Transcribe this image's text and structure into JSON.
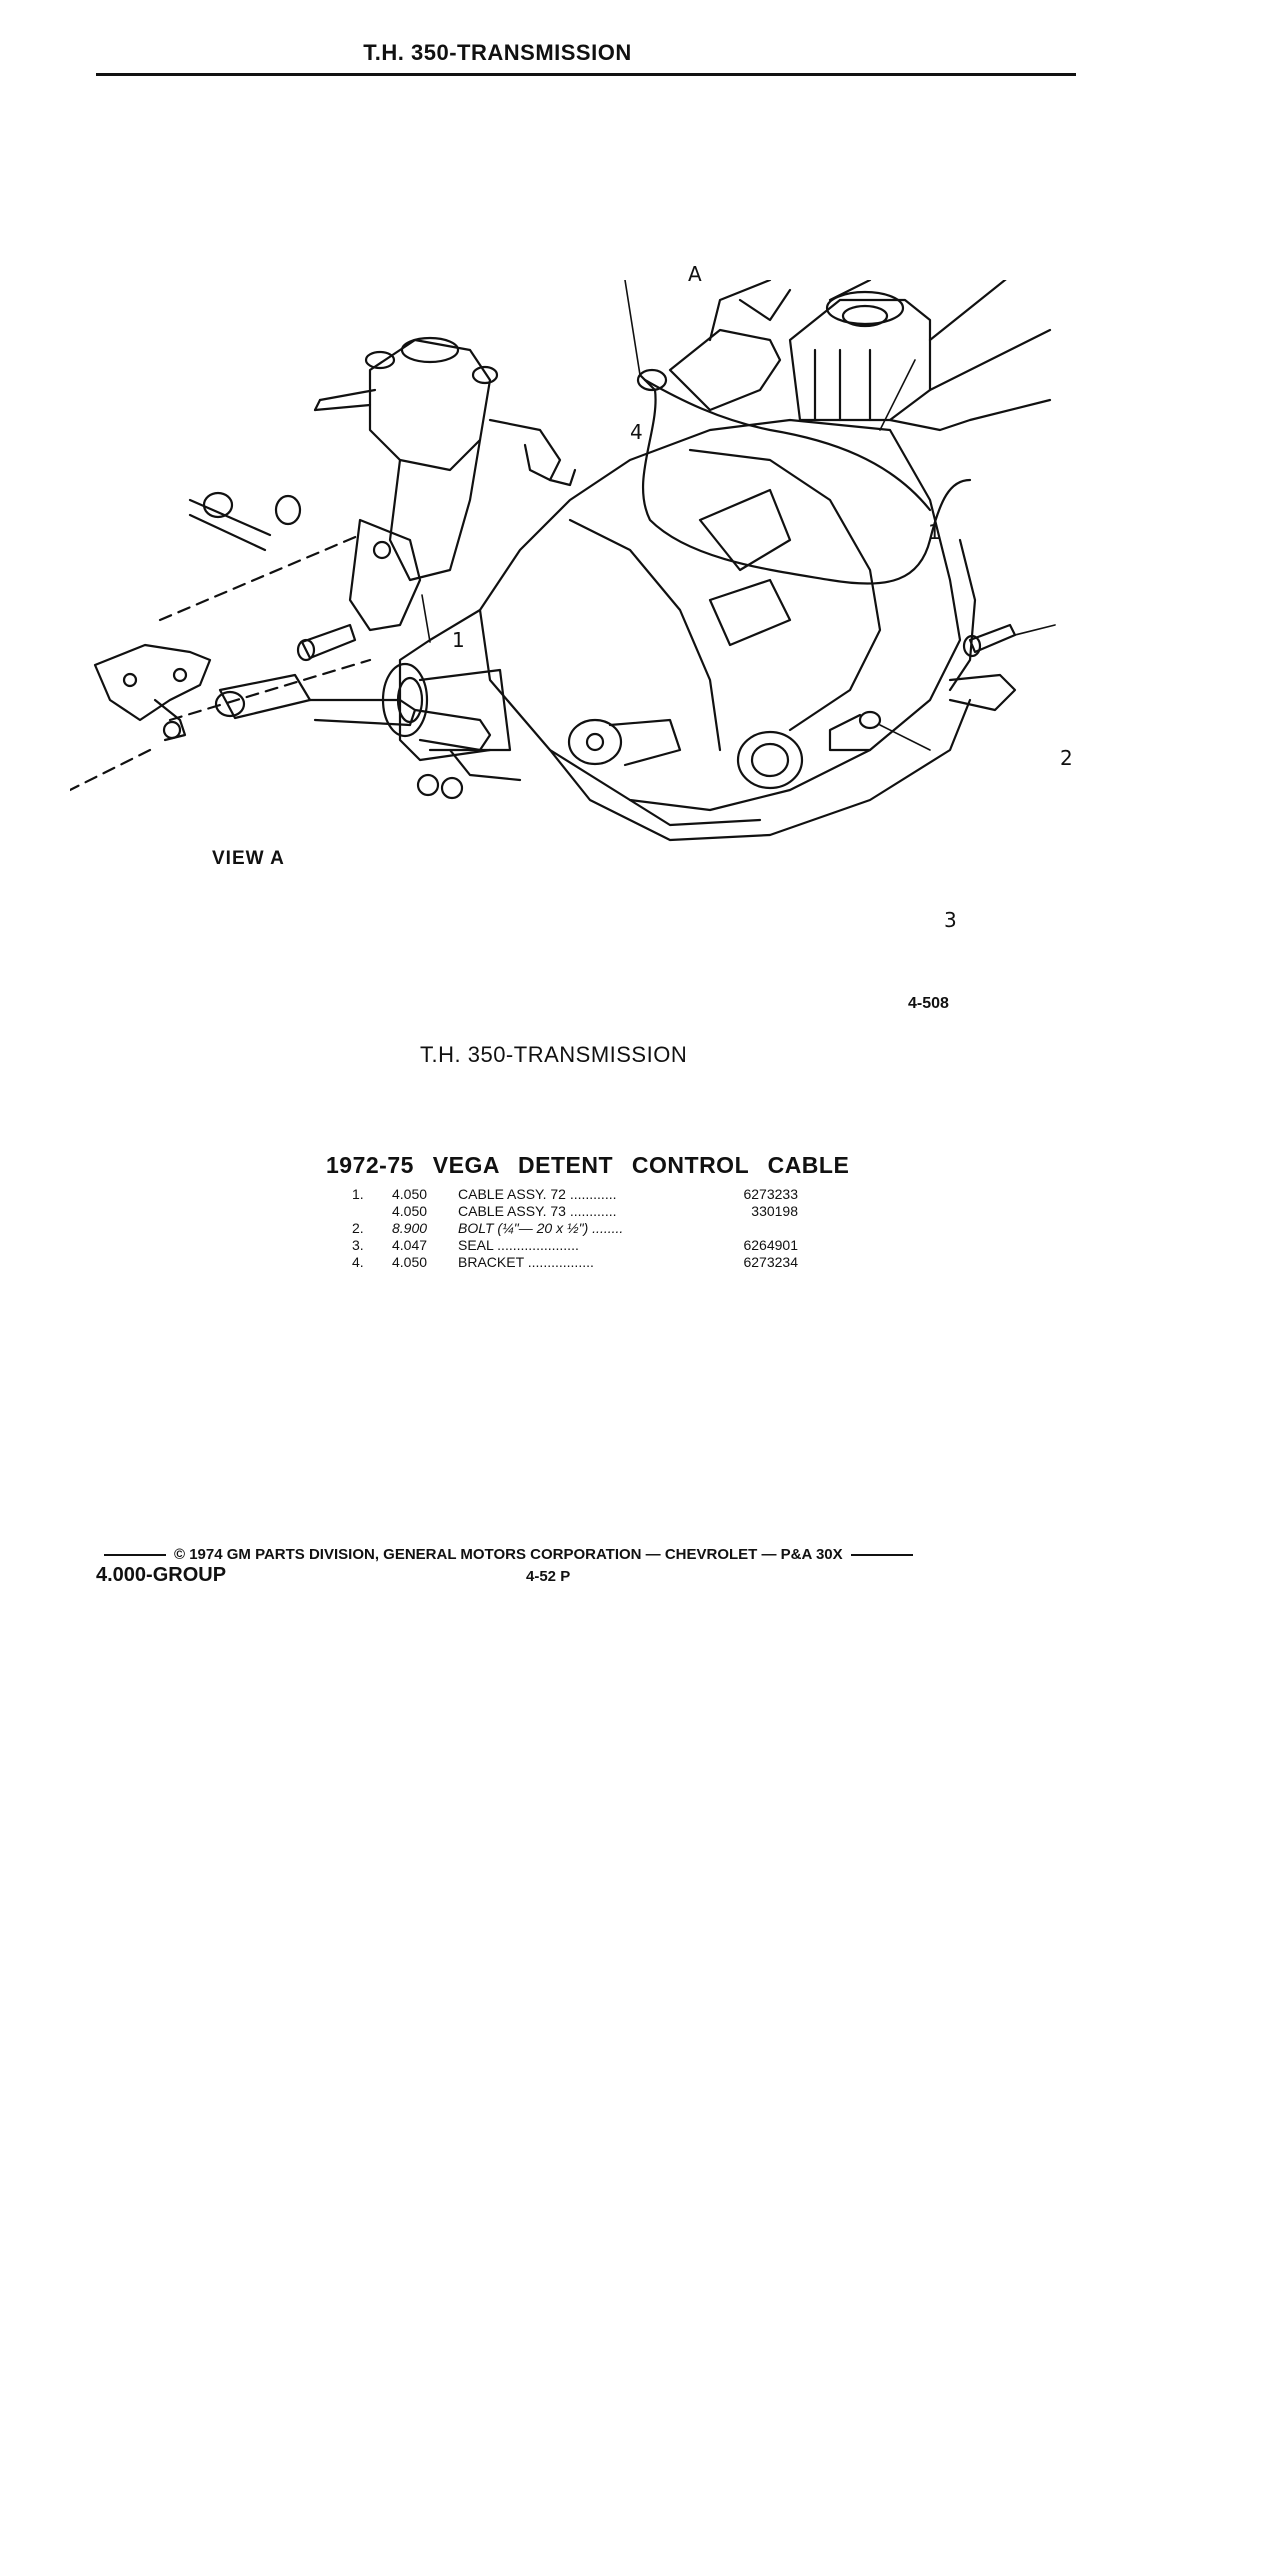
{
  "header": {
    "title": "T.H. 350-TRANSMISSION"
  },
  "figure": {
    "view_label": "VIEW A",
    "callout_a": "A",
    "callouts": [
      "1",
      "1",
      "2",
      "3",
      "4"
    ],
    "figure_number": "4-508",
    "caption": "T.H. 350-TRANSMISSION"
  },
  "parts_list": {
    "title": "1972-75 VEGA DETENT CONTROL CABLE",
    "rows": [
      {
        "index": "1.",
        "group": "4.050",
        "description": "CABLE ASSY. 72 ............",
        "part": "6273233"
      },
      {
        "index": "",
        "group": "4.050",
        "description": "CABLE ASSY. 73 ............",
        "part": "330198"
      },
      {
        "index": "2.",
        "group": "8.900",
        "description": "BOLT (¼\"— 20 x ½\") ........",
        "part": ""
      },
      {
        "index": "3.",
        "group": "4.047",
        "description": "SEAL .....................",
        "part": "6264901"
      },
      {
        "index": "4.",
        "group": "4.050",
        "description": "BRACKET .................",
        "part": "6273234"
      }
    ]
  },
  "footer": {
    "copyright": "© 1974 GM PARTS DIVISION, GENERAL MOTORS CORPORATION — CHEVROLET — P&A 30X",
    "group": "4.000-GROUP",
    "page": "4-52 P"
  }
}
